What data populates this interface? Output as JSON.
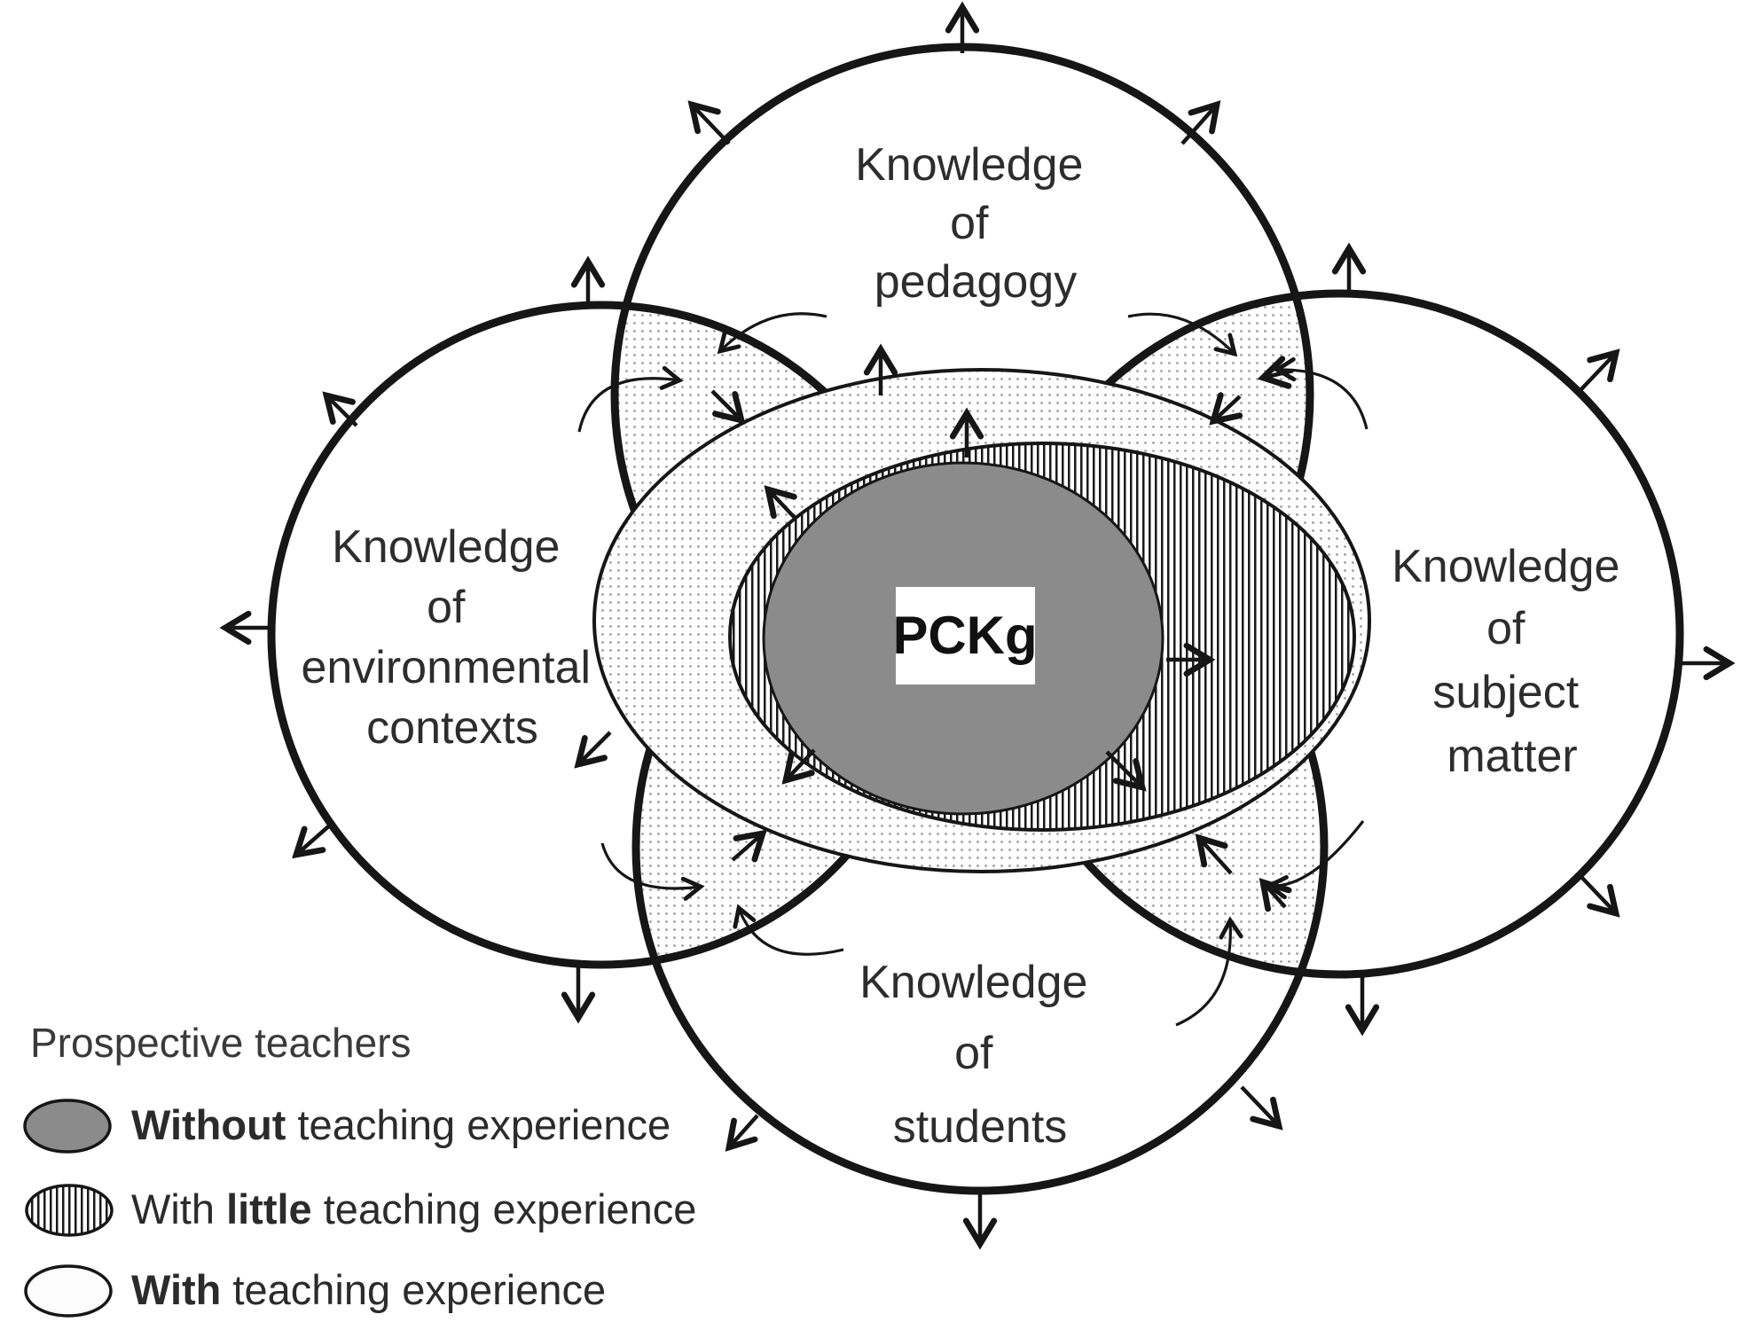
{
  "diagram": {
    "center_label": "PCKg",
    "circles": [
      {
        "id": "pedagogy",
        "label_lines": [
          "Knowledge",
          "of",
          "pedagogy"
        ]
      },
      {
        "id": "environmental",
        "label_lines": [
          "Knowledge",
          "of",
          "environmental",
          "contexts"
        ]
      },
      {
        "id": "subject",
        "label_lines": [
          "Knowledge",
          "of",
          "subject",
          "matter"
        ]
      },
      {
        "id": "students",
        "label_lines": [
          "Knowledge",
          "of",
          "students"
        ]
      }
    ],
    "legend": {
      "heading": "Prospective teachers",
      "items": [
        {
          "swatch": "solid-gray",
          "pre": "",
          "bold": "Without",
          "post": " teaching experience"
        },
        {
          "swatch": "vertical-stripes",
          "pre": "With ",
          "bold": "little",
          "post": " teaching experience"
        },
        {
          "swatch": "white",
          "pre": "",
          "bold": "With",
          "post": " teaching experience"
        }
      ]
    },
    "colors": {
      "outline": "#161616",
      "gray_fill": "#8b8b8b",
      "dot_color": "#9e9e9e",
      "stripe_color": "#1a1a1a",
      "background": "#ffffff"
    }
  }
}
